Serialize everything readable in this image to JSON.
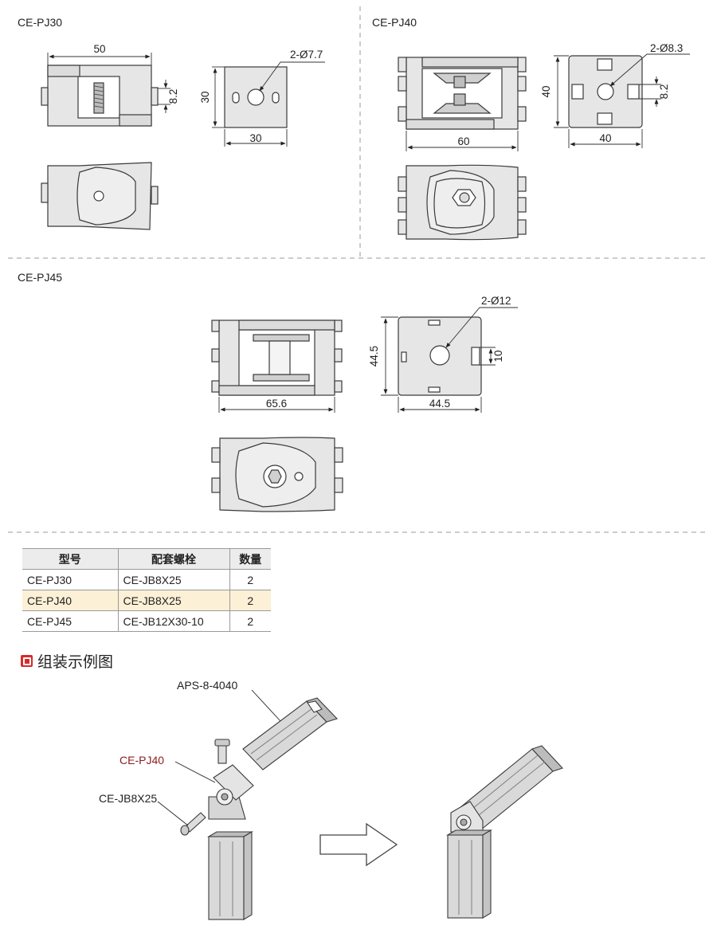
{
  "sections": {
    "pj30": {
      "title": "CE-PJ30",
      "dims": {
        "width": "50",
        "hole": "2-Ø7.7",
        "height": "30",
        "side_width": "30",
        "slot": "8.2"
      }
    },
    "pj40": {
      "title": "CE-PJ40",
      "dims": {
        "width": "60",
        "hole": "2-Ø8.3",
        "height": "40",
        "side_width": "40",
        "slot": "8.2"
      }
    },
    "pj45": {
      "title": "CE-PJ45",
      "dims": {
        "width": "65.6",
        "hole": "2-Ø12",
        "height": "44.5",
        "side_width": "44.5",
        "slot": "10"
      }
    }
  },
  "table": {
    "headers": [
      "型号",
      "配套螺栓",
      "数量"
    ],
    "rows": [
      {
        "model": "CE-PJ30",
        "bolt": "CE-JB8X25",
        "qty": "2",
        "highlight": false
      },
      {
        "model": "CE-PJ40",
        "bolt": "CE-JB8X25",
        "qty": "2",
        "highlight": true
      },
      {
        "model": "CE-PJ45",
        "bolt": "CE-JB12X30-10",
        "qty": "2",
        "highlight": false
      }
    ]
  },
  "assembly": {
    "title": "组装示例图",
    "labels": {
      "profile": "APS-8-4040",
      "connector": "CE-PJ40",
      "bolt": "CE-JB8X25"
    }
  },
  "colors": {
    "part_fill": "#e6e6e6",
    "part_stroke": "#3a3a3a",
    "highlight_row": "#fcf0d6",
    "accent_red": "#d62b2b",
    "connector_label": "#8a1c1c"
  }
}
